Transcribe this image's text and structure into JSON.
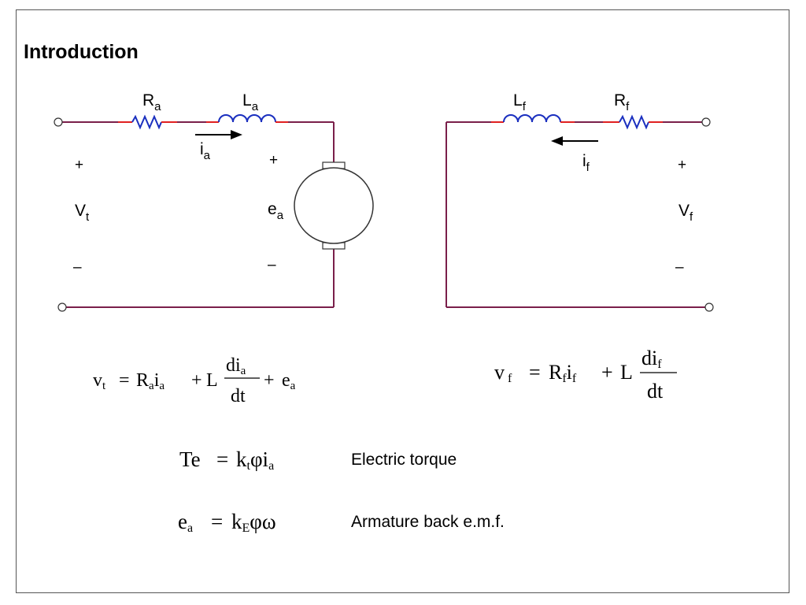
{
  "title": "Introduction",
  "armature_circuit": {
    "resistor": {
      "symbol": "R",
      "sub": "a"
    },
    "inductor": {
      "symbol": "L",
      "sub": "a"
    },
    "current": {
      "symbol": "i",
      "sub": "a"
    },
    "voltage": {
      "symbol": "V",
      "sub": "t"
    },
    "emf": {
      "symbol": "e",
      "sub": "a"
    },
    "plus": "+",
    "minus": "–"
  },
  "field_circuit": {
    "inductor": {
      "symbol": "L",
      "sub": "f"
    },
    "resistor": {
      "symbol": "R",
      "sub": "f"
    },
    "current": {
      "symbol": "i",
      "sub": "f"
    },
    "voltage": {
      "symbol": "V",
      "sub": "f"
    },
    "plus": "+",
    "minus": "–"
  },
  "equations": {
    "armature": {
      "v": "v",
      "v_sub": "t",
      "equals": "=",
      "R": "R",
      "R_sub": "a",
      "i": "i",
      "i_sub": "a",
      "plus1": "+",
      "L": "L",
      "num": "di",
      "num_sub": "a",
      "den": "dt",
      "plus2": "+",
      "e": "e",
      "e_sub": "a"
    },
    "field": {
      "v": "v",
      "v_sub": "f",
      "equals": "=",
      "R": "R",
      "R_sub": "f",
      "i": "i",
      "i_sub": "f",
      "plus1": "+",
      "L": "L",
      "num": "di",
      "num_sub": "f",
      "den": "dt"
    },
    "torque": {
      "lhs": "Te",
      "equals": "=",
      "k": "k",
      "k_sub": "t",
      "phi": "φ",
      "i": "i",
      "i_sub": "a",
      "description": "Electric torque"
    },
    "back_emf": {
      "lhs": "e",
      "lhs_sub": "a",
      "equals": "=",
      "k": "k",
      "k_sub": "E",
      "phi": "φ",
      "omega": "ω",
      "description": "Armature back e.m.f."
    }
  },
  "colors": {
    "wire": "#7a1f4a",
    "resistor": "#1a2fbf",
    "lead": "#e02020",
    "arrow": "#000000"
  }
}
